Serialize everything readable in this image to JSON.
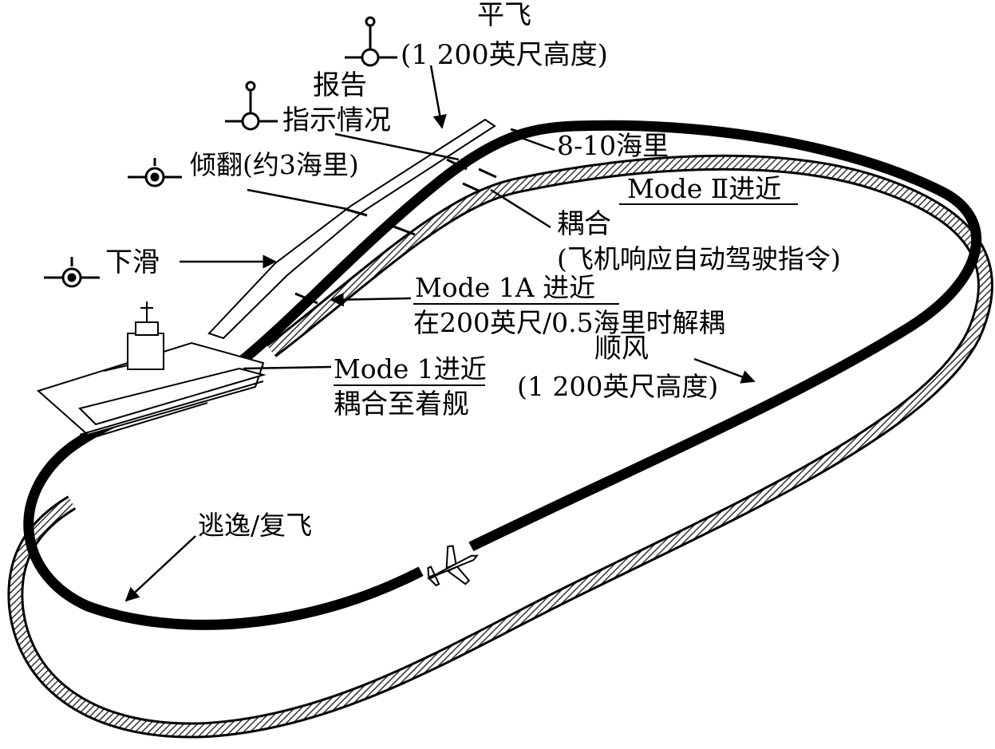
{
  "labels": {
    "level_flight": "平飞",
    "level_flight_alt": "(1 200英尺高度)",
    "report_1": "报告",
    "report_2": "指示情况",
    "distance": "8-10海里",
    "tipover": "倾翻(约3海里)",
    "mode2": "Mode Ⅱ进近",
    "coupled": "耦合",
    "coupled_desc": "(飞机响应自动驾驶指令)",
    "glide": "下滑",
    "mode1a": "Mode 1A 进近",
    "mode1a_desc": "在200英尺/0.5海里时解耦",
    "downwind": "顺风",
    "downwind_alt": "(1 200英尺高度)",
    "mode1": "Mode 1进近",
    "mode1_desc": "耦合至着舰",
    "waveoff": "逃逸/复飞"
  },
  "colors": {
    "ink": "#000000",
    "hatch": "#555555",
    "background": "#ffffff"
  },
  "icons": [
    "radar-symbol-icon",
    "aircraft-carrier-icon",
    "jet-aircraft-icon"
  ]
}
